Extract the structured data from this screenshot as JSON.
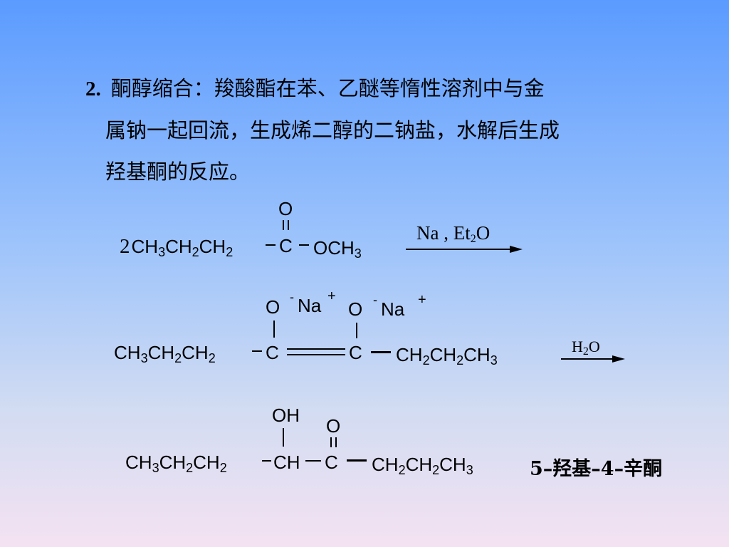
{
  "intro": {
    "number": "2.",
    "line1": "酮醇缩合：羧酸酯在苯、乙醚等惰性溶剂中与金",
    "line2": "属钠一起回流，生成烯二醇的二钠盐，水解后生成",
    "line3": "羟基酮的反应。"
  },
  "reaction1": {
    "coefficient": "2",
    "ester_left": "CH3CH2CH2",
    "carbonyl_o": "O",
    "carbonyl_c": "C",
    "ester_right": "OCH3",
    "reagent": "Na , Et2O"
  },
  "reaction2": {
    "o1": "O",
    "na1": "Na",
    "o2": "O",
    "na2": "Na",
    "left": "CH3CH2CH2",
    "c1": "C",
    "c2": "C",
    "right": "CH2CH2CH3",
    "reagent": "H2O"
  },
  "product": {
    "oh": "OH",
    "o": "O",
    "left": "CH3CH2CH2",
    "ch": "CH",
    "c": "C",
    "right": "CH2CH2CH3",
    "name": "5–羟基–4–辛酮"
  },
  "colors": {
    "text": "#000000",
    "bg_top": "#5b9bff",
    "bg_bottom": "#f4e2f2"
  }
}
